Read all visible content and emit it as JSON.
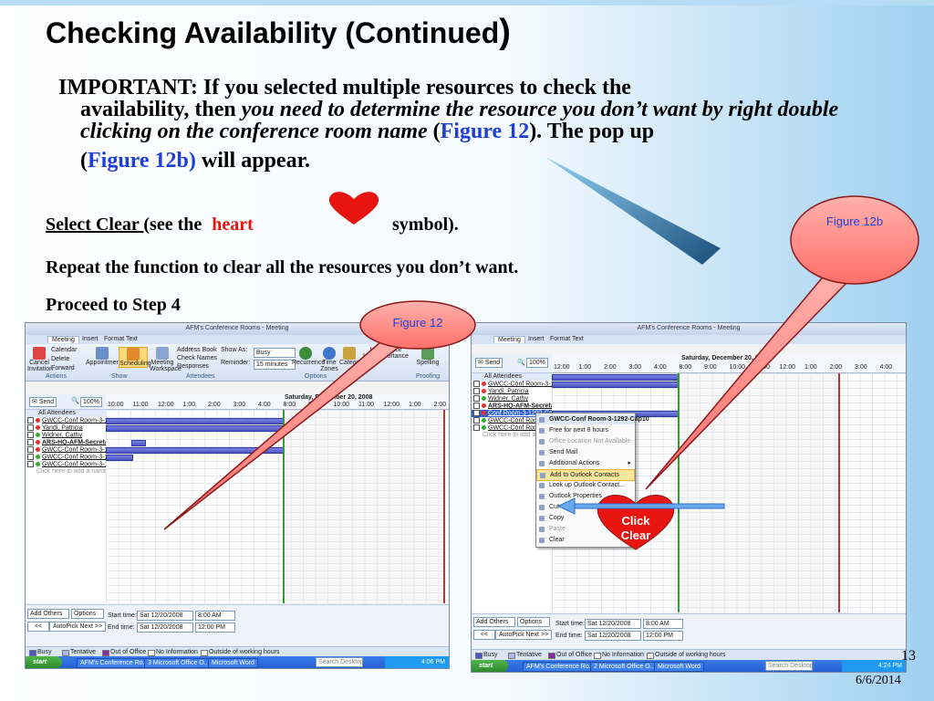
{
  "slide": {
    "title_main": "Checking Availability (Continued",
    "title_paren": ")",
    "important": {
      "lead": "IMPORTANT: If you selected multiple resources to check the",
      "line2_start": "availability, then ",
      "italic": "you need to determine the resource you don’t want by right double clicking on the conference room name",
      "paren_open": " (",
      "figure12": "Figure 12",
      "after_fig": "). The pop up",
      "paren2_open": "(",
      "figure12b": "Figure 12b)",
      "tail": " will appear."
    },
    "select_clear": {
      "underlined": "Select Clear ",
      "mid": "(see the ",
      "heart": "heart",
      "symbol": "symbol)",
      "dot": "."
    },
    "repeat": "Repeat the function to clear all the resources you don’t want.",
    "proceed": "Proceed to Step 4",
    "callout_12": "Figure 12",
    "callout_12b": "Figure 12b",
    "click_clear_1": "Click",
    "click_clear_2": "Clear",
    "page_number": "13",
    "date": "6/6/2014",
    "colors": {
      "title": "#000000",
      "figure_link": "#1f3fd6",
      "heart": "#e8140f",
      "callout_fill": "#ff8f8a",
      "bg_gradient": "#9fd0f0"
    }
  },
  "left_window": {
    "title": "AFM's Conference Rooms - Meeting",
    "tabs": [
      "Meeting",
      "Insert",
      "Format Text"
    ],
    "ribbon": {
      "cancel": "Cancel Invitation",
      "calendar": "Calendar",
      "delete": "Delete",
      "forward": "Forward",
      "appointment": "Appointment",
      "scheduling": "Scheduling",
      "meeting_workspace": "Meeting Workspace",
      "address_book": "Address Book",
      "check_names": "Check Names",
      "responses": "Responses",
      "show_as": "Show As:",
      "busy": "Busy",
      "reminder": "Reminder:",
      "reminder_val": "15 minutes",
      "recurrence": "Recurrence",
      "time_zones": "Time Zones",
      "categorize": "Catego",
      "importance": "Importance",
      "low_importance": "Low Importance",
      "spelling": "Spelling",
      "groups": [
        "Actions",
        "Show",
        "Attendees",
        "Options",
        "Proofing"
      ]
    },
    "send": "Send",
    "zoom": "100%",
    "date_header": "Saturday, December 20, 2008",
    "times": [
      "10:00",
      "11:00",
      "12:00",
      "1:00",
      "2:00",
      "3:00",
      "4:00",
      "8:00",
      "9:00",
      "10:00",
      "11:00",
      "12:00",
      "1:00",
      "2:00"
    ],
    "attendees": [
      "All Attendees",
      "GWCC-Conf Room-3-1292-Ca",
      "Yandi, Patricia",
      "Widner, Cathy",
      "ARS-HQ-AFM-Secreta",
      "GWCC-Conf Room-3-1292-Ca",
      "GWCC-Conf Room-3-1171-Ca",
      "GWCC-Conf Room-3-1255-Ca",
      "Click here to add a name"
    ],
    "add_others": "Add Others",
    "options": "Options",
    "autopick": "AutoPick Next >>",
    "prev": "<<",
    "start_time": "Start time:",
    "end_time": "End time:",
    "start_date": "Sat 12/20/2008",
    "end_date": "Sat 12/20/2008",
    "start_clock": "8:00 AM",
    "end_clock": "12:00 PM",
    "legend": [
      "Busy",
      "Tentative",
      "Out of Office",
      "No Information",
      "Outside of working hours"
    ],
    "taskbar": {
      "start": "start",
      "items": [
        "AFM's Conference Ro...",
        "3 Microsoft Office O...",
        "Microsoft Word"
      ],
      "search": "Search Desktop",
      "clock": "4:06 PM"
    }
  },
  "right_window": {
    "title": "AFM's Conference Rooms - Meeting",
    "tabs": [
      "Meeting",
      "Insert",
      "Format Text"
    ],
    "send": "Send",
    "zoom": "100%",
    "date_header": "Saturday, December 20, 2008",
    "times": [
      "12:00",
      "1:00",
      "2:00",
      "3:00",
      "4:00",
      "8:00",
      "9:00",
      "10:00",
      "11:00",
      "12:00",
      "1:00",
      "2:00",
      "3:00",
      "4:00"
    ],
    "attendees": [
      "All Attendees",
      "GWCC-Conf Room-3-1292-Ca",
      "Yandi, Patricia",
      "Widner, Cathy",
      "ARS-HQ-AFM-Secreta",
      "Conf Room-3-1292-Cap10",
      "GWCC-Conf Room-3-",
      "GWCC-Conf Room-3-",
      "Click here to add a"
    ],
    "context_menu": [
      "GWCC-Conf Room-3-1292-Cap10",
      "Free for next 8 hours",
      "Office Location Not Available",
      "Send Mail",
      "Additional Actions",
      "Add to Outlook Contacts",
      "Look up Outlook Contact...",
      "Outlook Properties",
      "Cut",
      "Copy",
      "Paste",
      "Clear"
    ],
    "add_others": "Add Others",
    "options": "Options",
    "autopick": "AutoPick Next >>",
    "prev": "<<",
    "start_time": "Start time:",
    "end_time": "End time:",
    "start_date": "Sat 12/20/2008",
    "end_date": "Sat 12/20/2008",
    "start_clock": "8:00 AM",
    "end_clock": "12:00 PM",
    "legend": [
      "Busy",
      "Tentative",
      "Out of Office",
      "No Information",
      "Outside of working hours"
    ],
    "taskbar": {
      "start": "start",
      "items": [
        "AFM's Conference Ro...",
        "2 Microsoft Office O...",
        "Microsoft Word"
      ],
      "search": "Search Desktop",
      "clock": "4:24 PM"
    }
  }
}
